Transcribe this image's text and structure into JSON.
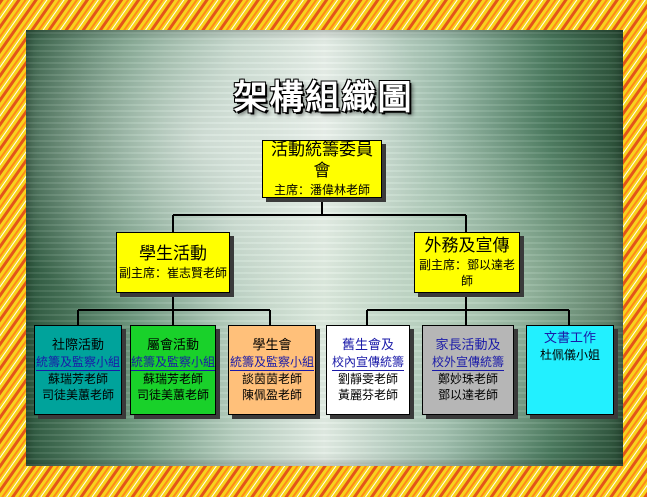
{
  "title": "架構組織圖",
  "top": {
    "name": "活動統籌委員會",
    "role": "主席：潘偉林老師"
  },
  "level2": [
    {
      "name": "學生活動",
      "role": "副主席：崔志賢老師"
    },
    {
      "name": "外務及宣傳",
      "role": "副主席：鄧以達老師"
    }
  ],
  "level3": [
    {
      "line1": "社際活動",
      "line2": "統籌及監察小組",
      "members": [
        "蘇瑞芳老師",
        "司徒美蕙老師"
      ],
      "color": "#00a39b"
    },
    {
      "line1": "屬會活動",
      "line2": "統籌及監察小組",
      "members": [
        "蘇瑞芳老師",
        "司徒美蕙老師"
      ],
      "color": "#19d12a"
    },
    {
      "line1": "學生會",
      "line2": "統籌及監察小組",
      "members": [
        "談茵茵老師",
        "陳佩盈老師"
      ],
      "color": "#ffc07a"
    },
    {
      "line1": "舊生會及",
      "line2": "校內宣傳統籌",
      "members": [
        "劉靜雯老師",
        "黃麗芬老師"
      ],
      "color": "#ffffff"
    },
    {
      "line1": "家長活動及",
      "line2": "校外宣傳統籌",
      "members": [
        "鄭妙珠老師",
        "鄧以達老師"
      ],
      "color": "#b6b6b6"
    },
    {
      "line1": "文書工作",
      "line2": "杜佩儀小姐",
      "members": [],
      "color": "#22f0ff"
    }
  ],
  "colors": {
    "yellow_box": "#ffff00",
    "connector": "#000000",
    "frame": "#f3b21a"
  }
}
